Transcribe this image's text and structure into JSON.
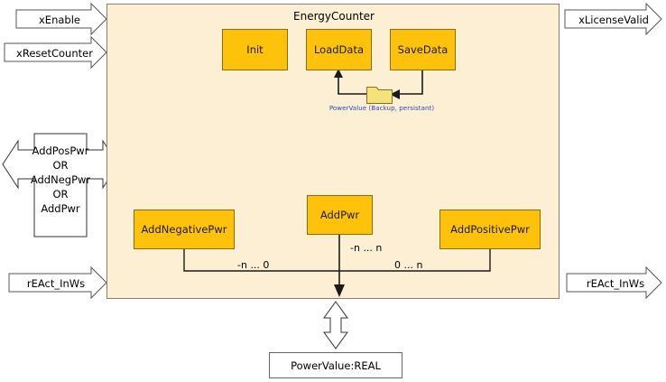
{
  "diagram": {
    "title": "EnergyCounter",
    "container": {
      "fill": "#FCEFD3",
      "stroke": "#8A7F6E"
    },
    "colors": {
      "action_fill": "#FFC20A",
      "action_stroke": "#8A6D1A",
      "folder_fill": "#F4E27A",
      "folder_stroke": "#8A6D1A",
      "caption_text": "#2b46c8",
      "wire": "#1a1a1a",
      "io_stroke": "#555555"
    },
    "actions": {
      "init": "Init",
      "load_data": "LoadData",
      "save_data": "SaveData",
      "add_negative_pwr": "AddNegativePwr",
      "add_pwr": "AddPwr",
      "add_positive_pwr": "AddPositivePwr"
    },
    "persistence": {
      "icon": "folder-icon",
      "caption": "PowerValue (Backup, persistant)"
    },
    "range_labels": {
      "negative": "-n ... 0",
      "full": "-n ... n",
      "positive": "0 ... n"
    },
    "inputs": [
      {
        "id": "x-enable",
        "label": "xEnable"
      },
      {
        "id": "x-reset-counter",
        "label": "xResetCounter"
      },
      {
        "id": "r-eact-in-ws",
        "label": "rEAct_InWs"
      }
    ],
    "outputs": [
      {
        "id": "x-license-valid",
        "label": "xLicenseValid"
      },
      {
        "id": "r-eact-in-ws-out",
        "label": "rEAct_InWs"
      }
    ],
    "method_group_arrow": {
      "line1": "AddPosPwr",
      "op1": "OR",
      "line2": "AddNegPwr",
      "op2": "OR",
      "line3": "AddPwr"
    },
    "output_variable": {
      "label": "PowerValue:REAL"
    }
  }
}
